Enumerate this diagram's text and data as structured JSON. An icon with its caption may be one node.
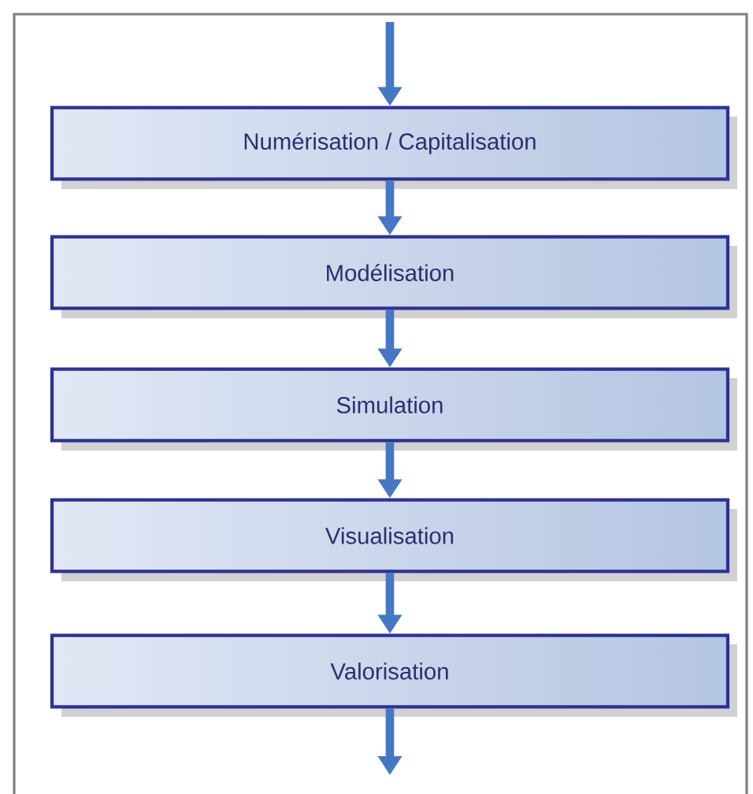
{
  "diagram": {
    "nodes": [
      {
        "text": [
          "Numérisation / Capitalisation"
        ]
      },
      {
        "text": [
          "Modélisation"
        ]
      },
      {
        "text": [
          "Simulation"
        ]
      },
      {
        "text": [
          "Visualisation"
        ]
      },
      {
        "text": [
          "Valorisation"
        ]
      }
    ],
    "edges": [
      {
        "from": null,
        "to": 0,
        "arrow": "to"
      },
      {
        "from": 0,
        "to": 1,
        "arrow": "to"
      },
      {
        "from": 1,
        "to": 2,
        "arrow": "to"
      },
      {
        "from": 2,
        "to": 3,
        "arrow": "to"
      },
      {
        "from": 3,
        "to": 4,
        "arrow": "to"
      },
      {
        "from": 4,
        "to": null,
        "arrow": "to"
      }
    ]
  }
}
